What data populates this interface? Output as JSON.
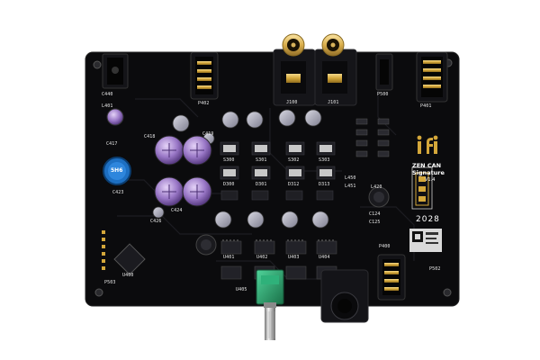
{
  "image": {
    "subject": "iFi ZEN CAN Signature headphone amplifier circuit board",
    "background_color": "#ffffff",
    "board_color": "#0b0b0d",
    "accent_gold": "#d4a73a",
    "knob_green": "#2aa36b"
  },
  "board_text": {
    "brand_logo_text": "ifi",
    "model_line1": "ZEN CAN",
    "model_line2": "Signature",
    "version": "V1.4",
    "date_code": "2028",
    "badge": "5H6",
    "labels": {
      "p402": "P402",
      "p401": "P401",
      "c440": "C440",
      "l401": "L401",
      "c417": "C417",
      "c418": "C418",
      "c419": "C419",
      "c423": "C423",
      "c424": "C424",
      "c426": "C426",
      "l420": "L420",
      "u400": "U400",
      "u401": "U401",
      "u402": "U402",
      "u403": "U403",
      "u404": "U404",
      "u405": "U405",
      "s300": "S300",
      "s301": "S301",
      "s302": "S302",
      "s303": "S303",
      "d300": "D300",
      "d301": "D301",
      "d312": "D312",
      "d313": "D313",
      "l450": "L450",
      "l451": "L451",
      "c124": "C124",
      "c125": "C125",
      "j100": "J100",
      "j101": "J101",
      "p400": "P400",
      "p500": "P500",
      "p502": "P502",
      "p503": "P503"
    }
  }
}
